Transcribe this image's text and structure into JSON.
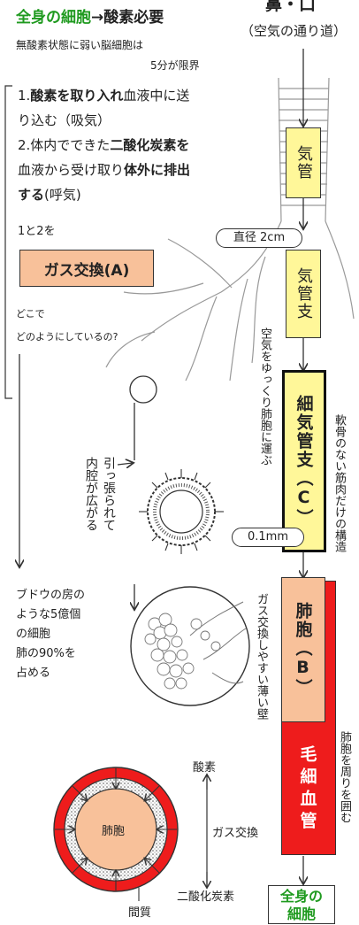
{
  "title": {
    "part1": "全身の細胞",
    "arrow": "→",
    "part2": "酸素必要"
  },
  "subtitle_line1": "無酸素状態に弱い脳細胞は",
  "subtitle_line2": "5分が限界",
  "top_right": {
    "main": "鼻・口",
    "sub": "（空気の通り道）"
  },
  "functions": {
    "line1_a": "1.",
    "line1_b": "酸素を取り入れ",
    "line1_c": "血液中に送",
    "line2": "り込む（吸気）",
    "line3_a": "2.体内でできた",
    "line3_b": "二酸化炭素を",
    "line4_a": "血液から受け取り",
    "line4_b": "体外に排出",
    "line5_a": "する",
    "line5_b": "(呼気)"
  },
  "one_and_two": "1と2を",
  "gas_exchange_box": "ガス交換(A)",
  "question_line1": "どこで",
  "question_line2": "どのようにしているの?",
  "diameter_2cm": "直径 2cm",
  "diameter_01mm": "0.1mm",
  "boxes": {
    "trachea": "気管",
    "bronchi": "気管支",
    "bronchioles": "細気管支（C）",
    "alveoli": "肺胞（B）",
    "capillaries": "毛細血管",
    "body_cells_line1": "全身の",
    "body_cells_line2": "細胞"
  },
  "vertical_labels": {
    "carry_air": "空気をゆっくり肺胞に運ぶ",
    "no_cartilage": "軟骨のない筋肉だけの構造",
    "pulled": [
      "引っ張られて",
      "内腔が広がる"
    ],
    "thin_wall": "ガス交換しやすい薄い壁",
    "surround": "肺胞を周りを囲む"
  },
  "alveoli_desc": [
    "ブドウの房の",
    "ような5億個",
    "の細胞",
    "肺の90%を",
    "占める"
  ],
  "cross_section": {
    "center": "肺胞",
    "oxygen": "酸素",
    "gas_exchange": "ガス交換",
    "co2": "二酸化炭素",
    "interstitium": "間質"
  },
  "colors": {
    "green": "#1f9a1f",
    "yellow": "#fff799",
    "peach": "#f8c19a",
    "red": "#ee1c1c"
  }
}
